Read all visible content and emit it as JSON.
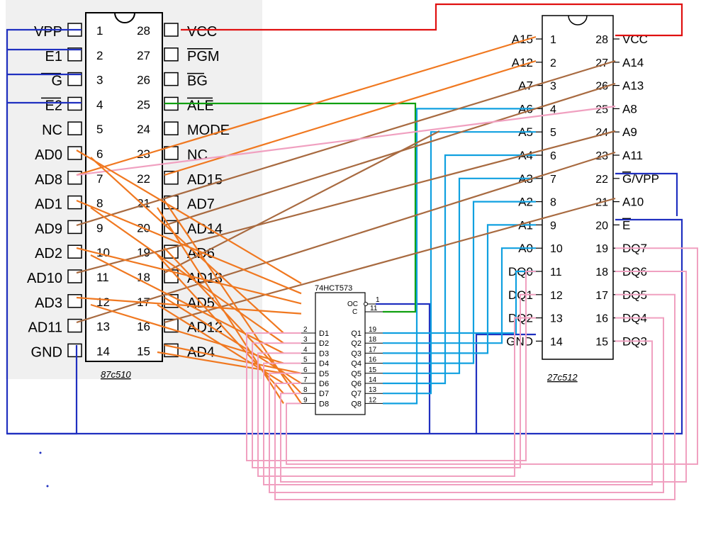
{
  "chip_left": {
    "caption": "87c510",
    "pins_left": [
      {
        "num": "1",
        "label": "VPP"
      },
      {
        "num": "2",
        "label": "E1"
      },
      {
        "num": "3",
        "label": "G"
      },
      {
        "num": "4",
        "label": "E2"
      },
      {
        "num": "5",
        "label": "NC"
      },
      {
        "num": "6",
        "label": "AD0"
      },
      {
        "num": "7",
        "label": "AD8"
      },
      {
        "num": "8",
        "label": "AD1"
      },
      {
        "num": "9",
        "label": "AD9"
      },
      {
        "num": "10",
        "label": "AD2"
      },
      {
        "num": "11",
        "label": "AD10"
      },
      {
        "num": "12",
        "label": "AD3"
      },
      {
        "num": "13",
        "label": "AD11"
      },
      {
        "num": "14",
        "label": "GND"
      }
    ],
    "pins_right": [
      {
        "num": "28",
        "label": "VCC"
      },
      {
        "num": "27",
        "label": "PGM"
      },
      {
        "num": "26",
        "label": "BG"
      },
      {
        "num": "25",
        "label": "ALE"
      },
      {
        "num": "24",
        "label": "MODE"
      },
      {
        "num": "23",
        "label": "NC"
      },
      {
        "num": "22",
        "label": "AD15"
      },
      {
        "num": "21",
        "label": "AD7"
      },
      {
        "num": "20",
        "label": "AD14"
      },
      {
        "num": "19",
        "label": "AD6"
      },
      {
        "num": "18",
        "label": "AD13"
      },
      {
        "num": "17",
        "label": "AD5"
      },
      {
        "num": "16",
        "label": "AD12"
      },
      {
        "num": "15",
        "label": "AD4"
      }
    ]
  },
  "chip_right": {
    "caption": "27c512",
    "pins_left": [
      {
        "num": "1",
        "label": "A15"
      },
      {
        "num": "2",
        "label": "A12"
      },
      {
        "num": "3",
        "label": "A7"
      },
      {
        "num": "4",
        "label": "A6"
      },
      {
        "num": "5",
        "label": "A5"
      },
      {
        "num": "6",
        "label": "A4"
      },
      {
        "num": "7",
        "label": "A3"
      },
      {
        "num": "8",
        "label": "A2"
      },
      {
        "num": "9",
        "label": "A1"
      },
      {
        "num": "10",
        "label": "A0"
      },
      {
        "num": "11",
        "label": "DQ0"
      },
      {
        "num": "12",
        "label": "DQ1"
      },
      {
        "num": "13",
        "label": "DQ2"
      },
      {
        "num": "14",
        "label": "GND"
      }
    ],
    "pins_right": [
      {
        "num": "28",
        "label": "VCC"
      },
      {
        "num": "27",
        "label": "A14"
      },
      {
        "num": "26",
        "label": "A13"
      },
      {
        "num": "25",
        "label": "A8"
      },
      {
        "num": "24",
        "label": "A9"
      },
      {
        "num": "23",
        "label": "A11"
      },
      {
        "num": "22",
        "label": "G/VPP"
      },
      {
        "num": "21",
        "label": "A10"
      },
      {
        "num": "20",
        "label": "E"
      },
      {
        "num": "19",
        "label": "DQ7"
      },
      {
        "num": "18",
        "label": "DQ6"
      },
      {
        "num": "17",
        "label": "DQ5"
      },
      {
        "num": "16",
        "label": "DQ4"
      },
      {
        "num": "15",
        "label": "DQ3"
      }
    ]
  },
  "latch": {
    "title": "74HCT573",
    "oc_label": "OC",
    "oc_num": "1",
    "c_label": "C",
    "c_num": "11",
    "inputs": [
      {
        "num": "2",
        "label": "D1"
      },
      {
        "num": "3",
        "label": "D2"
      },
      {
        "num": "4",
        "label": "D3"
      },
      {
        "num": "5",
        "label": "D4"
      },
      {
        "num": "6",
        "label": "D5"
      },
      {
        "num": "7",
        "label": "D6"
      },
      {
        "num": "8",
        "label": "D7"
      },
      {
        "num": "9",
        "label": "D8"
      }
    ],
    "outputs": [
      {
        "num": "19",
        "label": "Q1"
      },
      {
        "num": "18",
        "label": "Q2"
      },
      {
        "num": "17",
        "label": "Q3"
      },
      {
        "num": "16",
        "label": "Q4"
      },
      {
        "num": "15",
        "label": "Q5"
      },
      {
        "num": "14",
        "label": "Q6"
      },
      {
        "num": "13",
        "label": "Q7"
      },
      {
        "num": "12",
        "label": "Q8"
      }
    ]
  },
  "colors": {
    "vcc_wire": "#e01010",
    "ground_wire": "#2030c0",
    "ale_wire": "#10a010",
    "address_wire": "#10a0e0",
    "data_wire": "#f0a0c0",
    "high_addr_wire_1": "#f07820",
    "high_addr_wire_2": "#a86a40"
  }
}
